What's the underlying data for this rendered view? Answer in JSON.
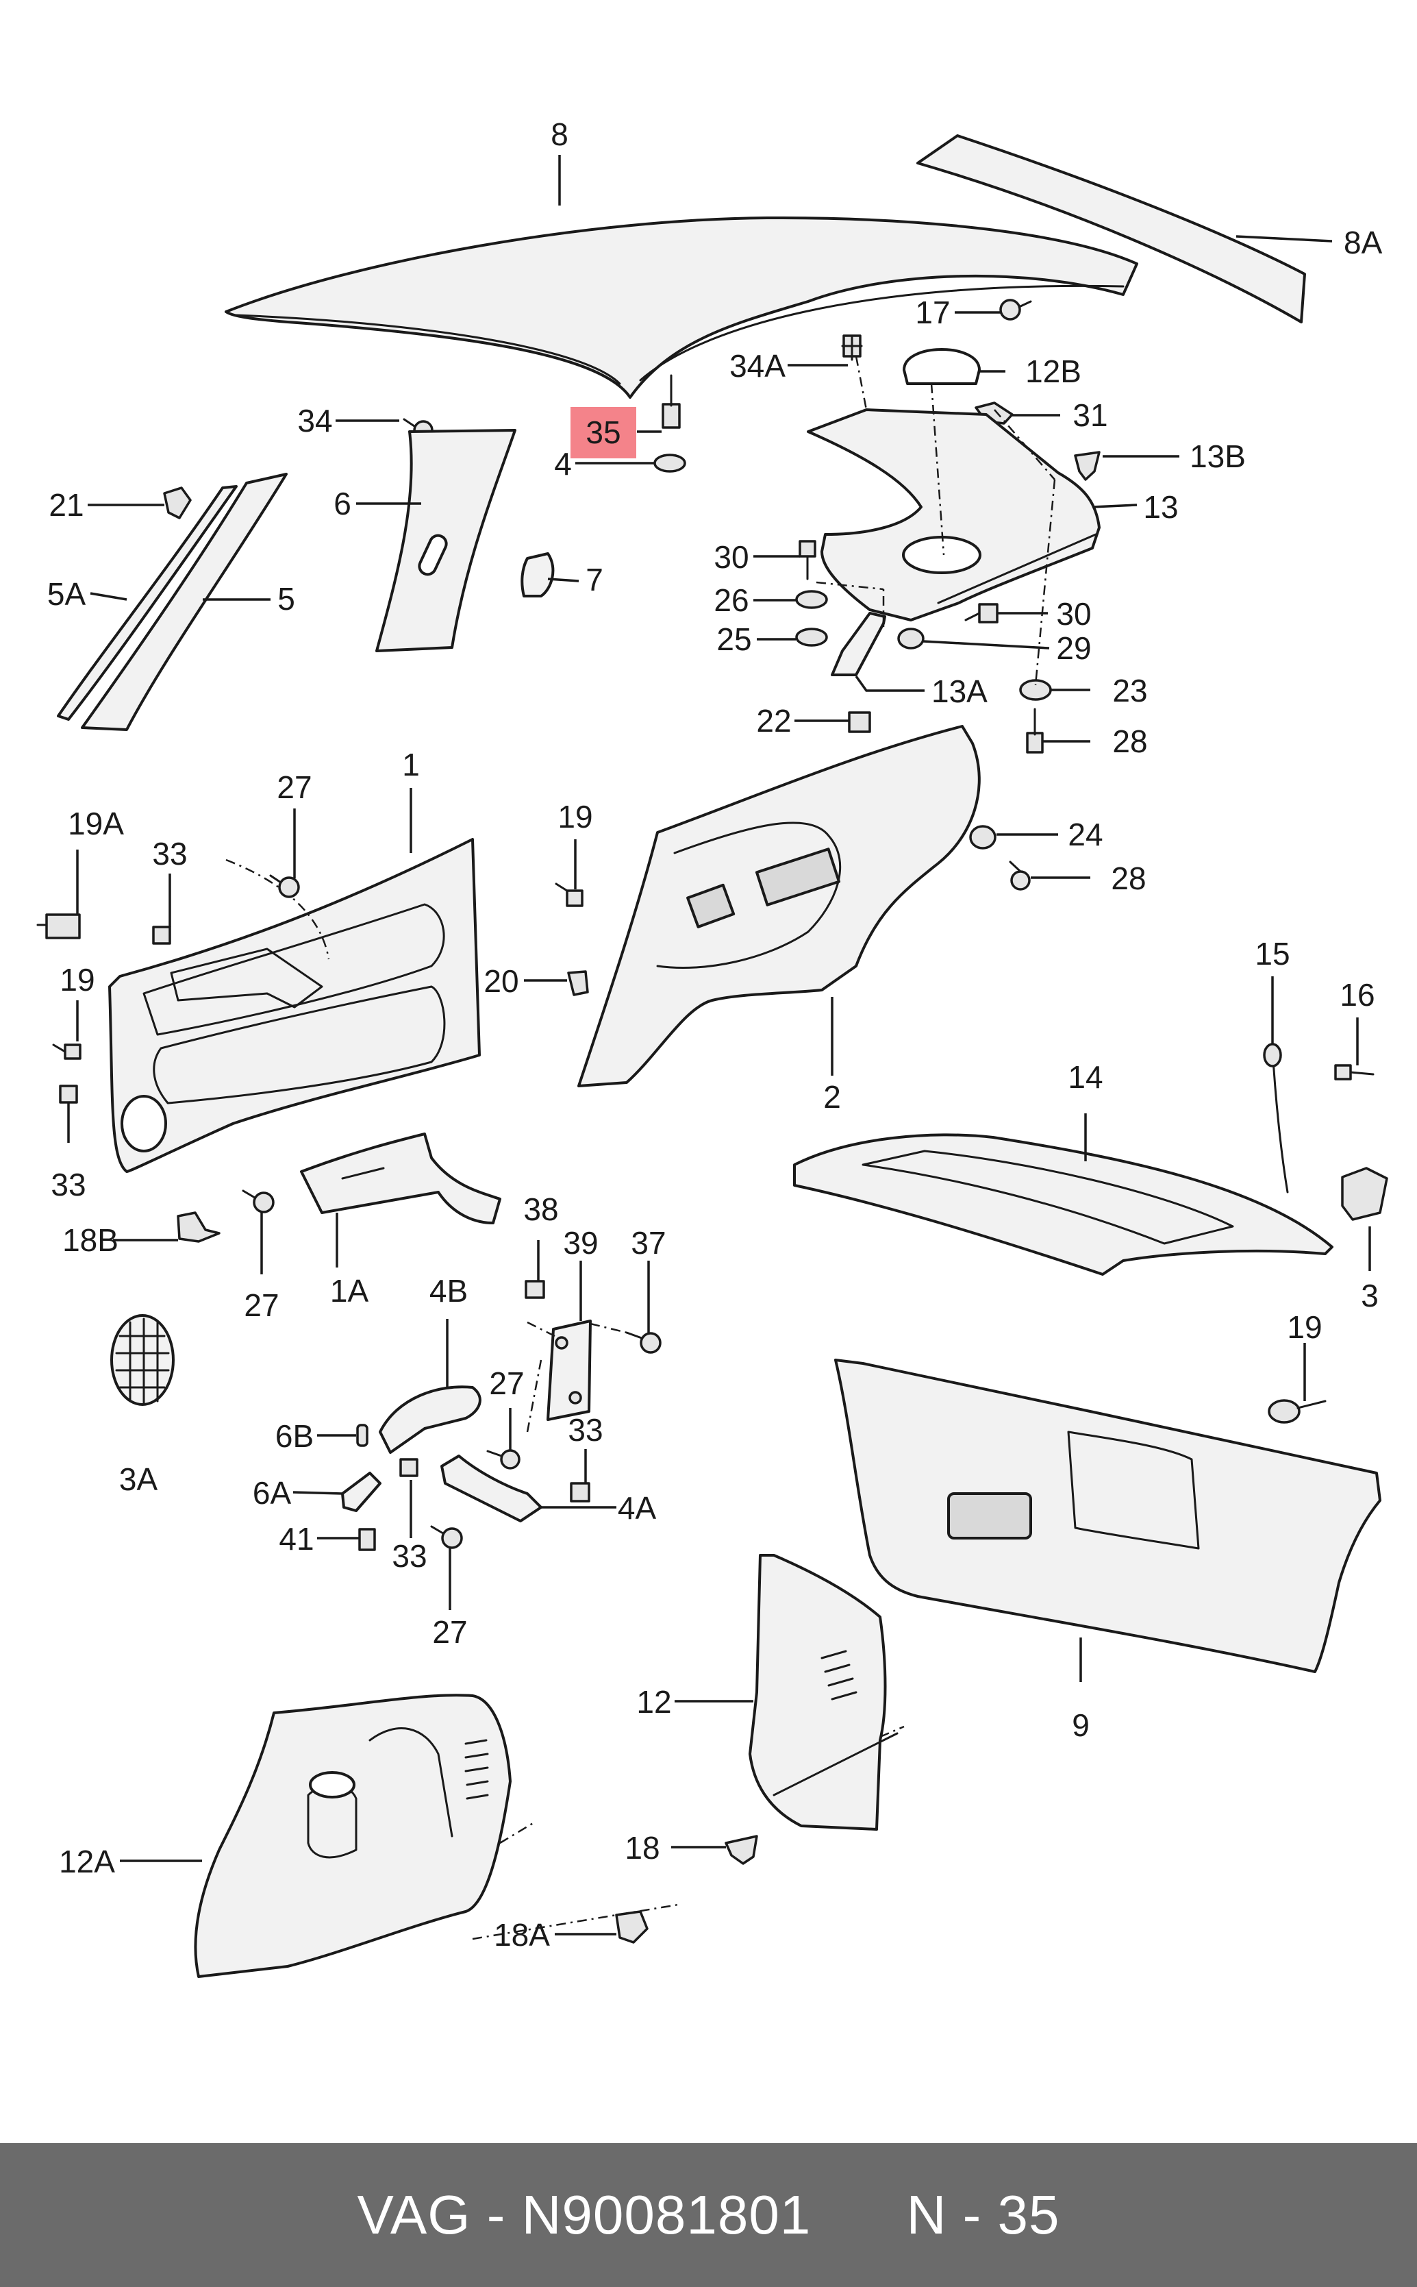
{
  "diagram": {
    "highlight_color": "#f4838a",
    "callouts": {
      "c8": "8",
      "c8A": "8A",
      "c17": "17",
      "c34A": "34A",
      "c12B": "12B",
      "c31": "31",
      "c13B": "13B",
      "c13": "13",
      "c34": "34",
      "c35": "35",
      "c4": "4",
      "c21": "21",
      "c6": "6",
      "c7": "7",
      "c5A": "5A",
      "c5": "5",
      "c30a": "30",
      "c26": "26",
      "c30b": "30",
      "c25": "25",
      "c29": "29",
      "c23": "23",
      "c13A": "13A",
      "c22": "22",
      "c28a": "28",
      "c27a": "27",
      "c1": "1",
      "c19A": "19A",
      "c33a": "33",
      "c19a": "19",
      "c24": "24",
      "c28b": "28",
      "c20": "20",
      "c19b": "19",
      "c2": "2",
      "c15": "15",
      "c16": "16",
      "c14": "14",
      "c33b": "33",
      "c18B": "18B",
      "c27b": "27",
      "c1A": "1A",
      "c38": "38",
      "c39": "39",
      "c37": "37",
      "c3": "3",
      "c4B": "4B",
      "c19c": "19",
      "c3A": "3A",
      "c6B": "6B",
      "c27c": "27",
      "c33c": "33",
      "c6A": "6A",
      "c4A": "4A",
      "c41": "41",
      "c33d": "33",
      "c27d": "27",
      "c9": "9",
      "c12": "12",
      "c12A": "12A",
      "c18": "18",
      "c18A": "18A"
    }
  },
  "footer": {
    "text": "VAG - N90081801      N - 35",
    "background": "#6b6b6b"
  }
}
